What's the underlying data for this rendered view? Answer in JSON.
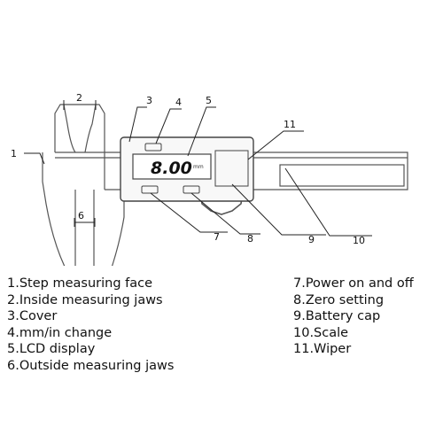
{
  "diagram": {
    "lcd": {
      "reading": "8.00",
      "unit": "mm"
    },
    "callouts": [
      "1",
      "2",
      "3",
      "4",
      "5",
      "6",
      "7",
      "8",
      "9",
      "10",
      "11"
    ]
  },
  "legend": {
    "left": [
      "1.Step measuring face",
      "2.Inside measuring jaws",
      "3.Cover",
      "4.mm/in change",
      "5.LCD display",
      "6.Outside measuring jaws"
    ],
    "right": [
      "7.Power on and off",
      "8.Zero setting",
      "9.Battery cap",
      "10.Scale",
      "11.Wiper"
    ]
  }
}
